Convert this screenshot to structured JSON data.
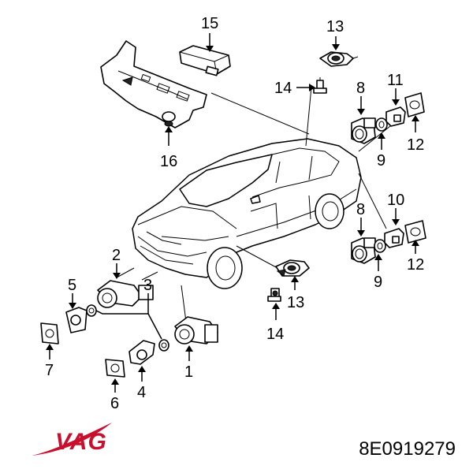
{
  "callouts": {
    "n1": "1",
    "n2": "2",
    "n3": "3",
    "n4": "4",
    "n5": "5",
    "n6": "6",
    "n7": "7",
    "n8a": "8",
    "n8b": "8",
    "n9a": "9",
    "n9b": "9",
    "n10": "10",
    "n11": "11",
    "n12a": "12",
    "n12b": "12",
    "n13a": "13",
    "n13b": "13",
    "n14a": "14",
    "n14b": "14",
    "n15": "15",
    "n16": "16"
  },
  "brand": {
    "name": "VAG",
    "color": "#c8102e"
  },
  "part_number": "8E0919279"
}
